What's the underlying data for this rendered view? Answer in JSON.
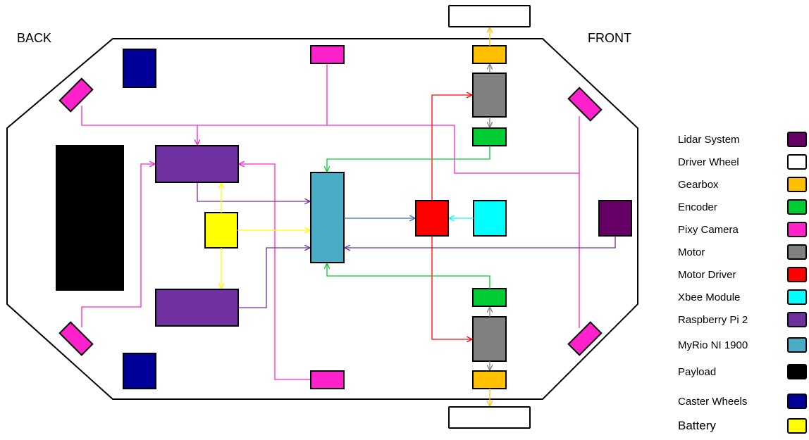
{
  "labels": {
    "back": "BACK",
    "front": "FRONT"
  },
  "colors": {
    "lidar": "#660066",
    "driver_wheel": "#ffffff",
    "gearbox": "#ffc000",
    "encoder": "#00cc33",
    "pixy": "#ff22cc",
    "motor": "#808080",
    "motor_driver": "#ff0000",
    "xbee": "#00ffff",
    "raspberry": "#7030a0",
    "myrio": "#4bacc6",
    "payload": "#000000",
    "caster": "#000099",
    "battery": "#ffff00",
    "wire_blue": "#2e75b6"
  },
  "legend": [
    {
      "key": "lidar",
      "label": "Lidar System"
    },
    {
      "key": "driver_wheel",
      "label": "Driver Wheel"
    },
    {
      "key": "gearbox",
      "label": "Gearbox"
    },
    {
      "key": "encoder",
      "label": "Encoder"
    },
    {
      "key": "pixy",
      "label": "Pixy Camera"
    },
    {
      "key": "motor",
      "label": "Motor"
    },
    {
      "key": "motor_driver",
      "label": "Motor Driver"
    },
    {
      "key": "xbee",
      "label": "Xbee Module"
    },
    {
      "key": "raspberry",
      "label": "Raspberry Pi 2"
    },
    {
      "key": "myrio",
      "label": "MyRio NI 1900"
    },
    {
      "key": "payload",
      "label": "Payload"
    },
    {
      "key": "caster",
      "label": "Caster Wheels"
    },
    {
      "key": "battery",
      "label": "Battery"
    }
  ]
}
